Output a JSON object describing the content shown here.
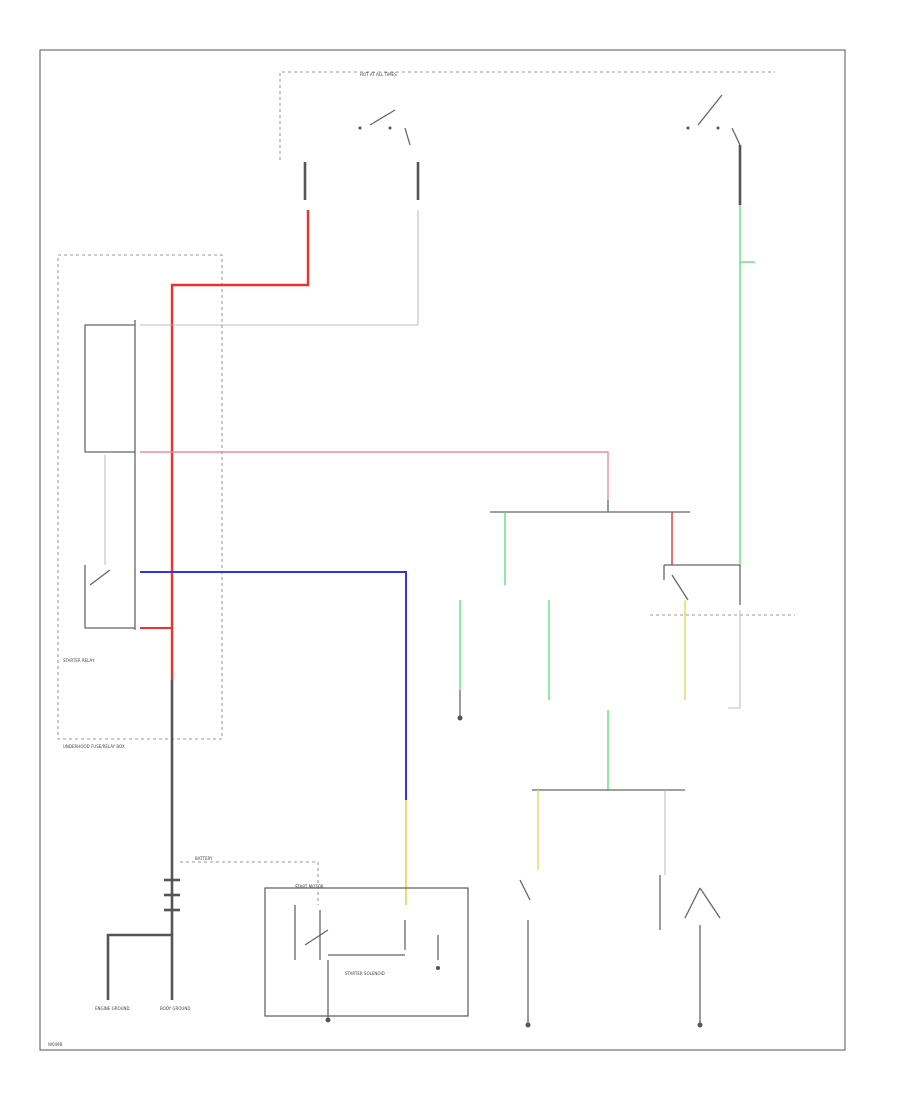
{
  "colors": {
    "red": "#ee3030",
    "pink": "#f08ca0",
    "blue": "#3333ee",
    "green": "#55e070",
    "yellow": "#e4e070",
    "black": "#555555",
    "grey": "#aaaaaa"
  },
  "labels": {
    "hot_at_all_times": "HOT AT ALL TIMES",
    "battery": "BATTERY",
    "starter_relay": "STARTER RELAY",
    "starter_solenoid": "STARTER SOLENOID",
    "start_motor": "START MOTOR",
    "engine_ground": "ENGINE GROUND",
    "body_ground": "BODY GROUND",
    "underhood_fuse_box": "UNDERHOOD FUSE/RELAY BOX"
  },
  "corner_code": "W0498"
}
